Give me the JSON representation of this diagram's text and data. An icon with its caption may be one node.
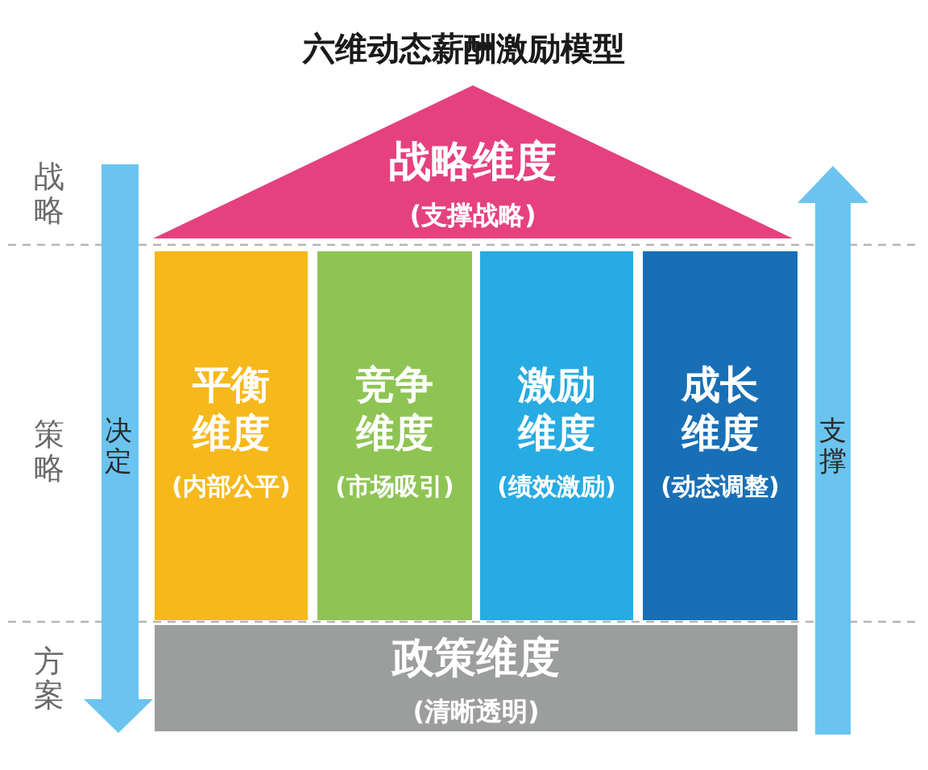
{
  "diagram": {
    "title": "六维动态薪酬激励模型",
    "nodes": [
      {
        "text": [
          "战略维度",
          "(支撑战略)"
        ]
      },
      {
        "text": [
          "平衡维度",
          "(内部公平)"
        ]
      },
      {
        "text": [
          "竞争维度",
          "(市场吸引)"
        ]
      },
      {
        "text": [
          "激励维度",
          "(绩效激励)"
        ]
      },
      {
        "text": [
          "成长维度",
          "(动态调整)"
        ]
      },
      {
        "text": [
          "政策维度",
          "(清晰透明)"
        ]
      },
      {
        "text": [
          "决定"
        ]
      },
      {
        "text": [
          "支撑"
        ]
      }
    ],
    "labels": [
      "战略",
      "策略",
      "方案"
    ]
  }
}
